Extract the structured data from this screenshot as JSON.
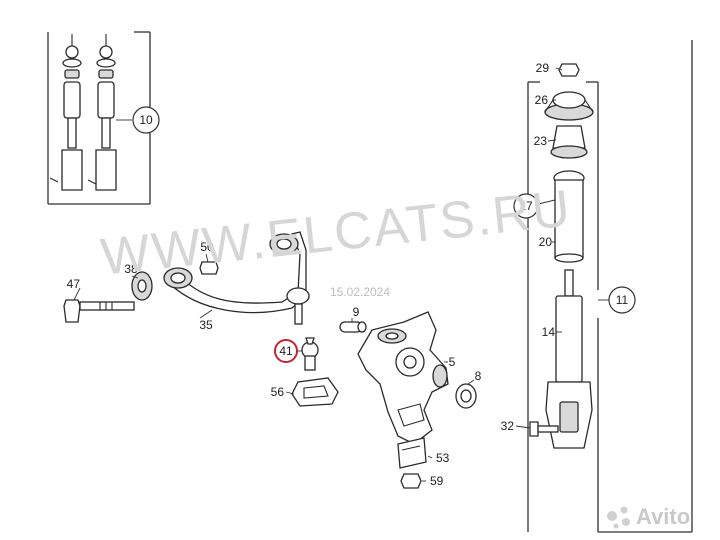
{
  "watermark": "WWW.ELCATS.RU",
  "date_stamp": "15.02.2024",
  "avito_text": "Avito",
  "highlight_color": "#c0262d",
  "circled_labels": {
    "c10": "10",
    "c11": "11",
    "c17": "17",
    "c41": "41"
  },
  "labels": {
    "p5": "5",
    "p8": "8",
    "p9": "9",
    "p14": "14",
    "p20": "20",
    "p23": "23",
    "p26": "26",
    "p29": "29",
    "p32": "32",
    "p35": "35",
    "p38": "38",
    "p47": "47",
    "p50": "50",
    "p53": "53",
    "p56": "56",
    "p59": "59"
  }
}
